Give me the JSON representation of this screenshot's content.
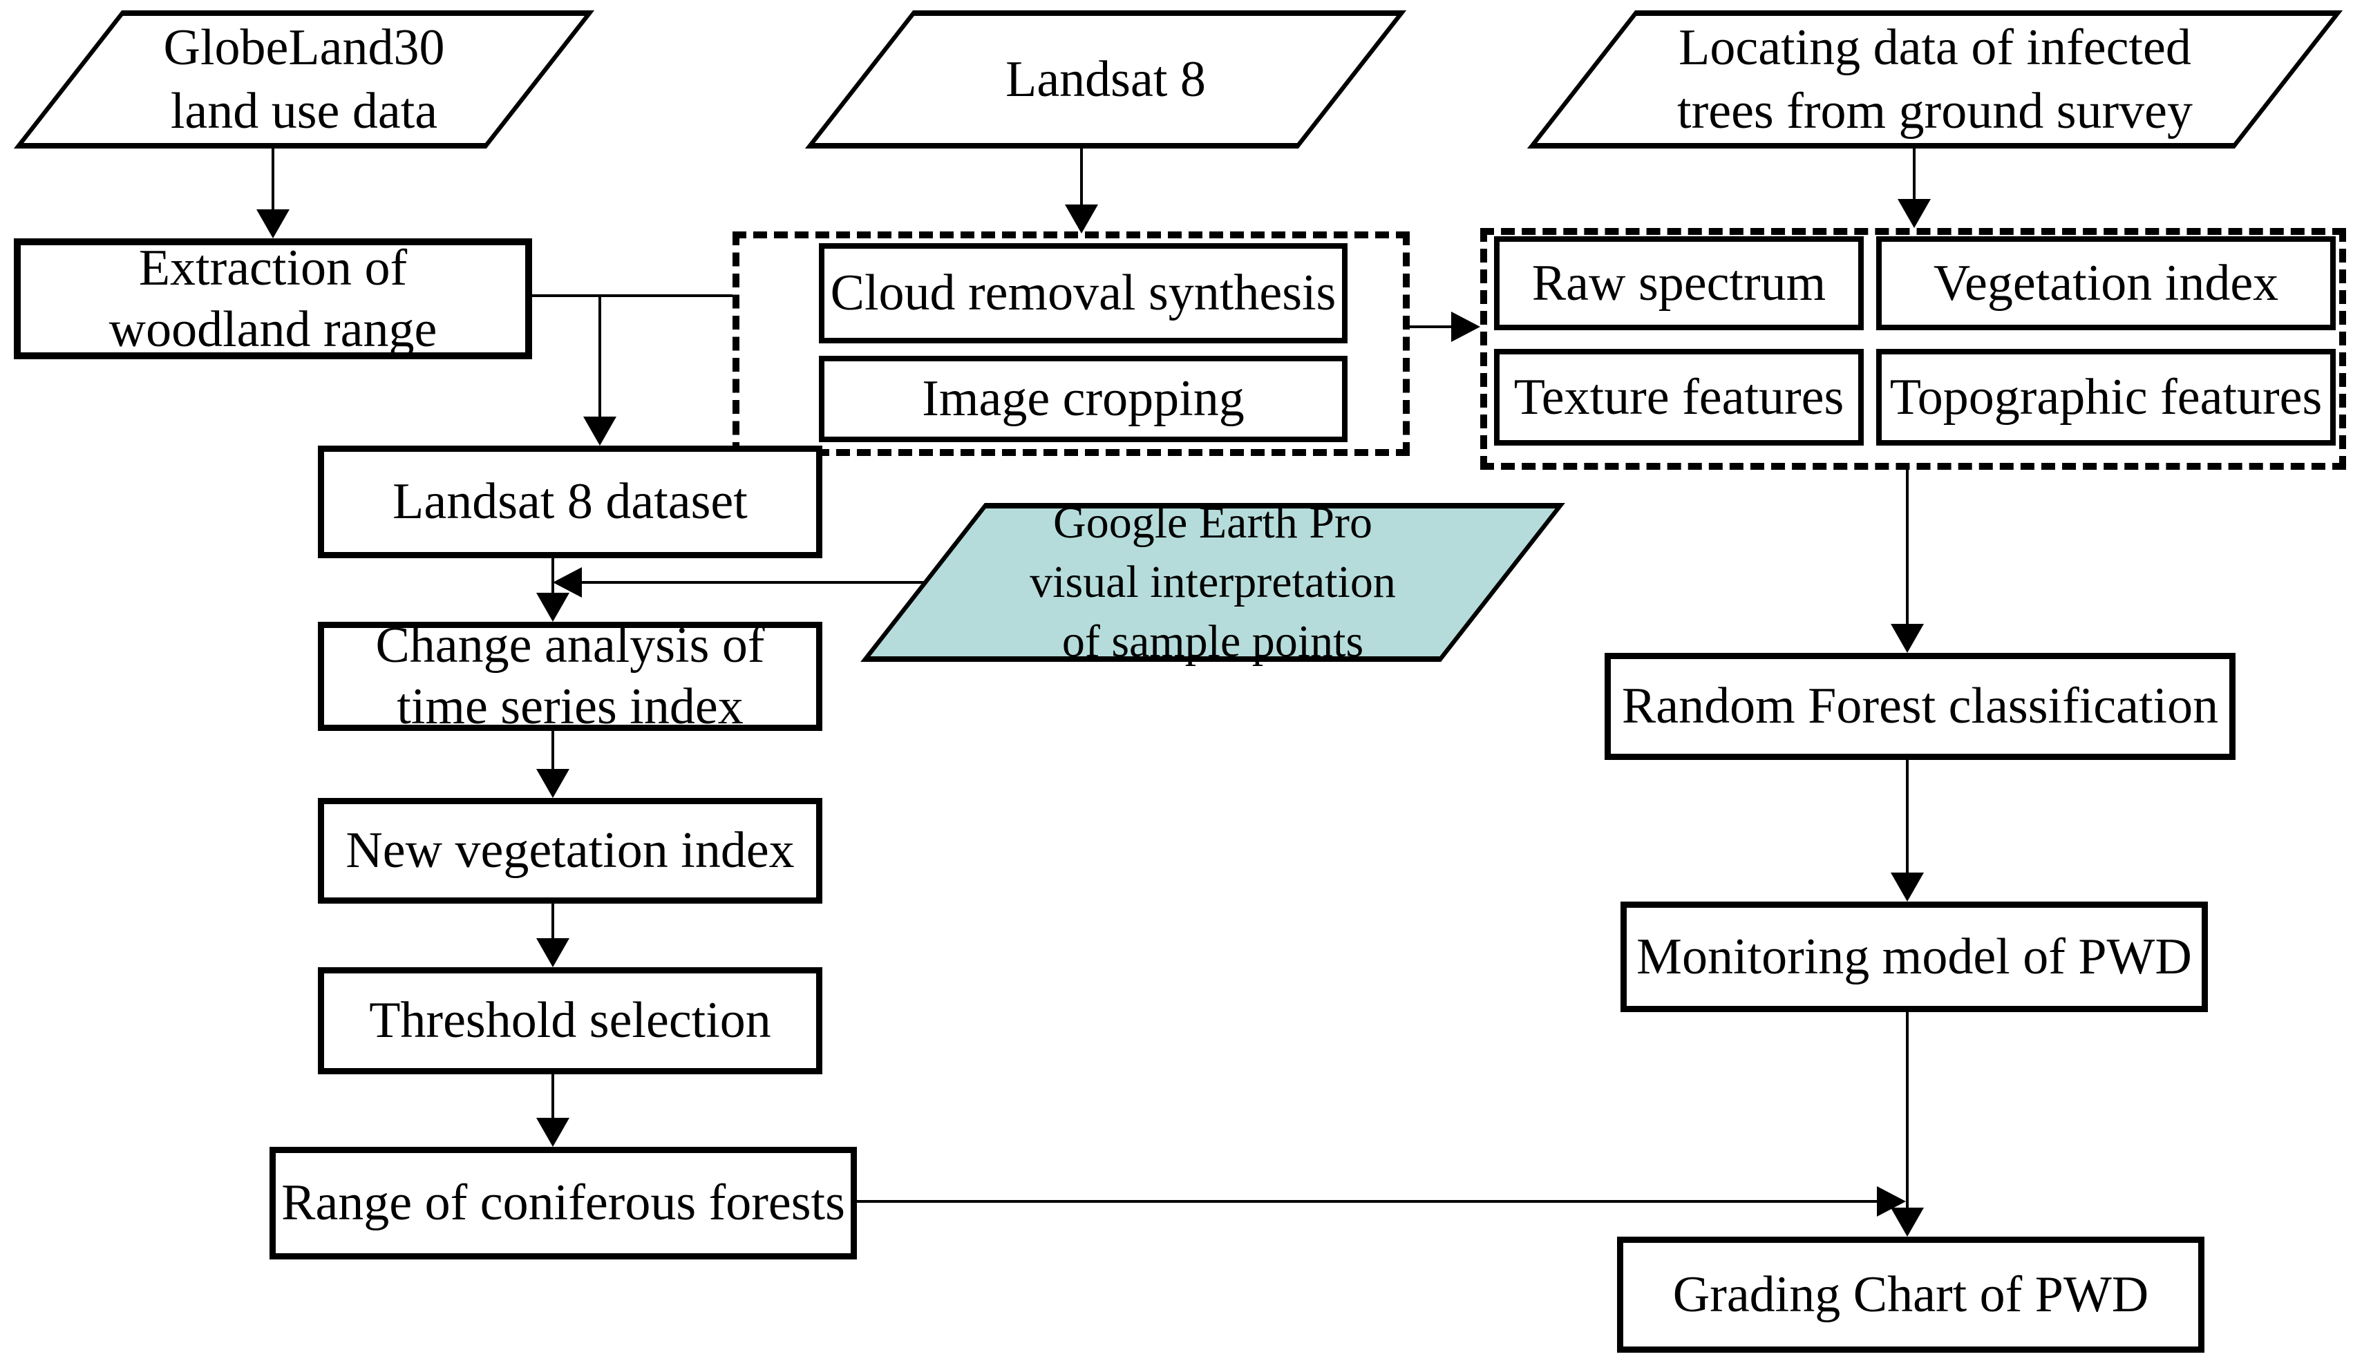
{
  "colors": {
    "background": "#ffffff",
    "line": "#000000",
    "teal_fill": "#b5dcda"
  },
  "nodes": {
    "globeland30": "GlobeLand30\nland use data",
    "landsat8": "Landsat 8",
    "locating_data": "Locating data of infected\ntrees from ground survey",
    "extraction": "Extraction of\nwoodland range",
    "cloud_removal": "Cloud removal synthesis",
    "image_cropping": "Image cropping",
    "raw_spectrum": "Raw spectrum",
    "vegetation_index": "Vegetation index",
    "texture_features": "Texture features",
    "topographic_features": "Topographic features",
    "landsat_dataset": "Landsat 8 dataset",
    "google_earth": "Google Earth Pro\nvisual interpretation\nof sample points",
    "change_analysis": "Change analysis of\ntime series index",
    "new_vegetation_index": "New vegetation index",
    "threshold_selection": "Threshold selection",
    "coniferous_range": "Range of coniferous forests",
    "random_forest": "Random Forest classification",
    "monitoring_model": "Monitoring model of PWD",
    "grading_chart": "Grading Chart of PWD"
  },
  "edges": [
    {
      "from": "globeland30",
      "to": "extraction"
    },
    {
      "from": "landsat8",
      "to": "preprocessing-group"
    },
    {
      "from": "locating_data",
      "to": "features-group"
    },
    {
      "from": "extraction",
      "to": "preprocessing-group"
    },
    {
      "from": "extraction",
      "to": "landsat_dataset"
    },
    {
      "from": "preprocessing-group",
      "to": "features-group"
    },
    {
      "from": "landsat_dataset",
      "to": "change_analysis"
    },
    {
      "from": "google_earth",
      "to": "change_analysis"
    },
    {
      "from": "change_analysis",
      "to": "new_vegetation_index"
    },
    {
      "from": "new_vegetation_index",
      "to": "threshold_selection"
    },
    {
      "from": "threshold_selection",
      "to": "coniferous_range"
    },
    {
      "from": "features-group",
      "to": "random_forest"
    },
    {
      "from": "random_forest",
      "to": "monitoring_model"
    },
    {
      "from": "monitoring_model",
      "to": "grading_chart"
    },
    {
      "from": "coniferous_range",
      "to": "grading_chart"
    }
  ]
}
